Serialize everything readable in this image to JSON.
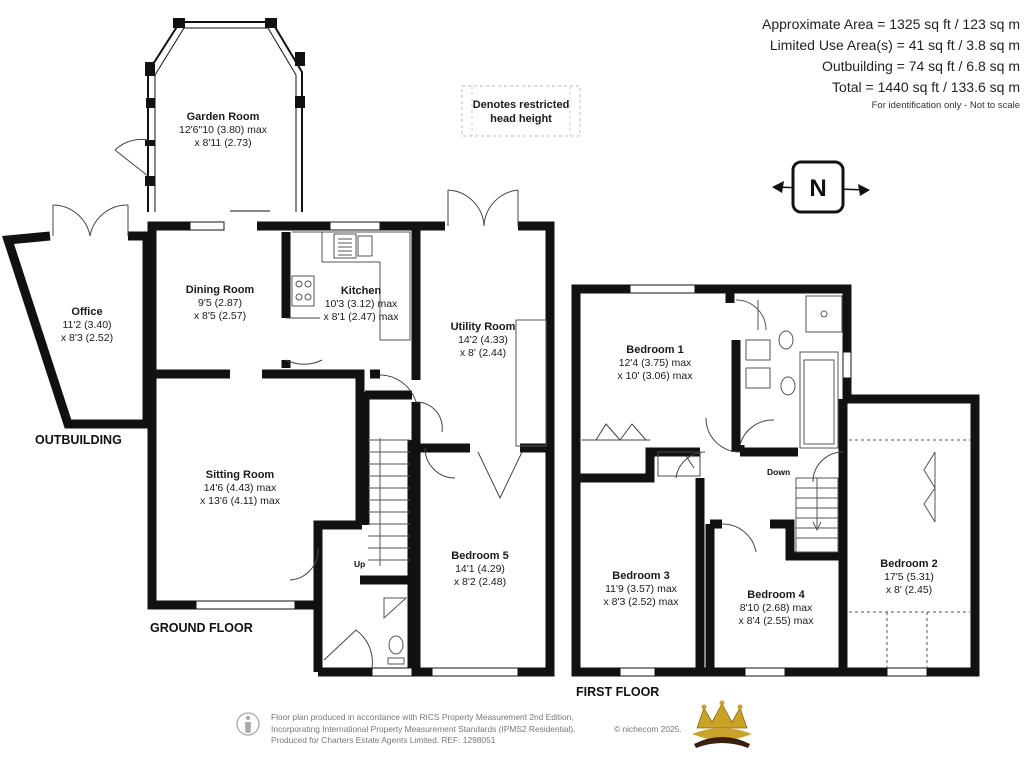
{
  "area_summary": {
    "approximate": "Approximate Area = 1325 sq ft / 123 sq m",
    "limited_use": "Limited Use Area(s) = 41 sq ft / 3.8 sq m",
    "outbuilding": "Outbuilding = 74 sq ft / 6.8 sq m",
    "total": "Total = 1440 sq ft / 133.6 sq m",
    "note": "For identification only - Not to scale"
  },
  "legend": {
    "line1": "Denotes restricted",
    "line2": "head height"
  },
  "compass": {
    "letter": "N"
  },
  "floors": {
    "ground": "GROUND FLOOR",
    "first": "FIRST FLOOR",
    "outbuilding": "OUTBUILDING"
  },
  "rooms": {
    "garden_room": {
      "name": "Garden Room",
      "dim1": "12'6\"10 (3.80) max",
      "dim2": "x 8'11 (2.73)"
    },
    "office": {
      "name": "Office",
      "dim1": "11'2 (3.40)",
      "dim2": "x 8'3 (2.52)"
    },
    "dining_room": {
      "name": "Dining Room",
      "dim1": "9'5 (2.87)",
      "dim2": "x 8'5 (2.57)"
    },
    "kitchen": {
      "name": "Kitchen",
      "dim1": "10'3 (3.12) max",
      "dim2": "x 8'1 (2.47) max"
    },
    "utility_room": {
      "name": "Utility Room",
      "dim1": "14'2 (4.33)",
      "dim2": "x 8' (2.44)"
    },
    "sitting_room": {
      "name": "Sitting Room",
      "dim1": "14'6 (4.43) max",
      "dim2": "x 13'6 (4.11) max"
    },
    "bedroom_5": {
      "name": "Bedroom 5",
      "dim1": "14'1 (4.29)",
      "dim2": "x 8'2 (2.48)"
    },
    "bedroom_1": {
      "name": "Bedroom 1",
      "dim1": "12'4 (3.75) max",
      "dim2": "x 10' (3.06) max"
    },
    "bedroom_2": {
      "name": "Bedroom 2",
      "dim1": "17'5 (5.31)",
      "dim2": "x 8' (2.45)"
    },
    "bedroom_3": {
      "name": "Bedroom 3",
      "dim1": "11'9 (3.57) max",
      "dim2": "x 8'3 (2.52) max"
    },
    "bedroom_4": {
      "name": "Bedroom 4",
      "dim1": "8'10 (2.68) max",
      "dim2": "x 8'4 (2.55) max"
    }
  },
  "stairs": {
    "up": "Up",
    "down": "Down"
  },
  "footer": {
    "line1": "Floor plan produced in accordance with RICS Property Measurement 2nd Edition,",
    "line2": "Incorporating International Property Measurement Standards (IPMS2 Residential).",
    "line3": "Produced for Charters Estate Agents Limited.   REF: 1298051",
    "brand": "© nichecom 2025."
  },
  "colors": {
    "wall": "#111111",
    "text": "#1a1a1a",
    "crown_gold": "#c9a227",
    "crown_dark": "#3b1d12"
  }
}
